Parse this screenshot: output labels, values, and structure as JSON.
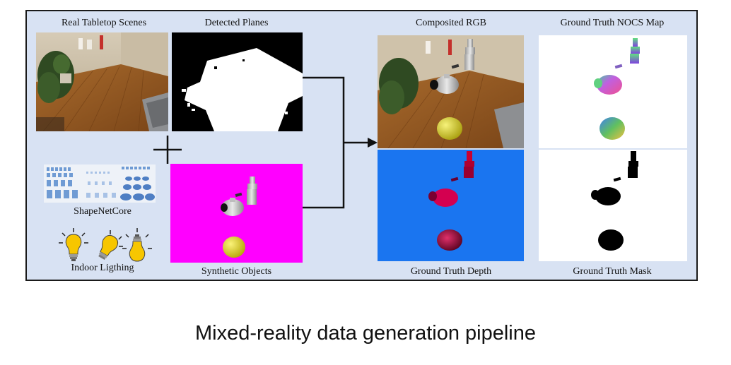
{
  "labels": {
    "real_tabletop": "Real Tabletop Scenes",
    "detected_planes": "Detected Planes",
    "composited_rgb": "Composited RGB",
    "gt_nocs": "Ground Truth NOCS Map",
    "shapenet": "ShapeNetCore",
    "indoor_lighting": "Indoor Ligthing",
    "synthetic_objects": "Synthetic Objects",
    "gt_depth": "Ground Truth Depth",
    "gt_mask": "Ground Truth Mask"
  },
  "caption": "Mixed-reality data generation pipeline",
  "icons": {
    "plus": "plus-icon",
    "bulb": "lightbulb-icon",
    "arrow": "arrow-right-icon"
  },
  "colors": {
    "panel_bg": "#d8e2f3",
    "synthetic_bg": "#ff00ff",
    "depth_bg": "#1a75f0",
    "mask_bg": "#ffffff",
    "bulb": "#f7c600"
  }
}
